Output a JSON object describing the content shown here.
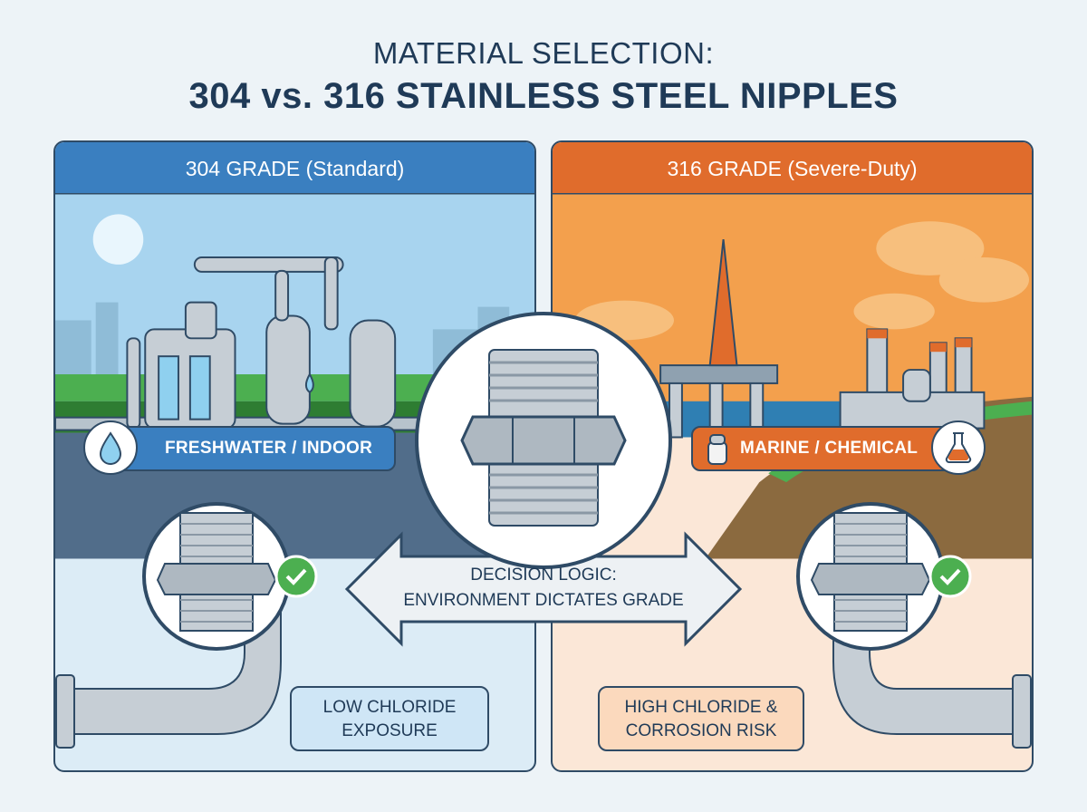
{
  "title": {
    "line1": "MATERIAL SELECTION:",
    "line2": "304 vs. 316 STAINLESS STEEL NIPPLES"
  },
  "left_panel": {
    "header": "304 GRADE (Standard)",
    "tag": "FRESHWATER / INDOOR",
    "tag_icon": "water-drop-icon",
    "callout_line1": "LOW CHLORIDE",
    "callout_line2": "EXPOSURE",
    "accent": "#3a7fc0",
    "background": "#dcecf6"
  },
  "right_panel": {
    "header": "316 GRADE (Severe-Duty)",
    "tag": "MARINE / CHEMICAL",
    "tag_icon": "flask-icon",
    "tag_icon_left": "salt-shaker-icon",
    "callout_line1": "HIGH CHLORIDE &",
    "callout_line2": "CORROSION RISK",
    "accent": "#e06c2c",
    "background": "#fbe7d7"
  },
  "center": {
    "arrow_line1": "DECISION LOGIC:",
    "arrow_line2": "ENVIRONMENT DICTATES GRADE",
    "icon": "hex-nipple-icon"
  },
  "check_icon": "check-circle-icon"
}
